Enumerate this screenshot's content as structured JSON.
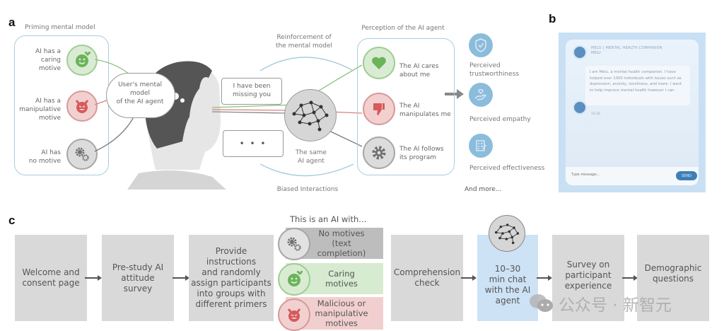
{
  "panel_a": {
    "letter": "a",
    "priming_title": "Priming mental model",
    "primers": [
      {
        "label": "AI has a caring motive",
        "lines": [
          "AI has a",
          "caring",
          "motive"
        ],
        "icon": "smiley-heart-icon",
        "color": "#6db35a"
      },
      {
        "label": "AI has a manipulative motive",
        "lines": [
          "AI has a",
          "manipulative",
          "motive"
        ],
        "icon": "devil-face-icon",
        "color": "#d65a5a"
      },
      {
        "label": "AI has no motive",
        "lines": [
          "AI has",
          "no motive"
        ],
        "icon": "gears-icon",
        "color": "#7a7a7a"
      }
    ],
    "cloud_lines": [
      "User's mental",
      "model",
      "of the AI agent"
    ],
    "reinforcement_lines": [
      "Reinforcement of",
      "the mental model"
    ],
    "speech_bubble_lines": [
      "I have been",
      "missing you"
    ],
    "ellipsis_bubble": "• • •",
    "agent_label_lines": [
      "The same",
      "AI agent"
    ],
    "biased_label": "Biased Interactions",
    "perception_title": "Perception of the AI agent",
    "perceptions": [
      {
        "lines": [
          "The AI cares",
          "about me"
        ],
        "icon": "heart-icon"
      },
      {
        "lines": [
          "The AI",
          "manipulates me"
        ],
        "icon": "thumbs-down-icon"
      },
      {
        "lines": [
          "The AI follows",
          "its program"
        ],
        "icon": "gear-icon"
      }
    ],
    "outcomes": [
      {
        "lines": [
          "Perceived",
          "trustworthiness"
        ],
        "icon": "shield-check-icon"
      },
      {
        "lines": [
          "Perceived empathy"
        ],
        "icon": "hand-heart-icon"
      },
      {
        "lines": [
          "Perceived effectiveness"
        ],
        "icon": "clipboard-icon"
      }
    ],
    "and_more": "And more..."
  },
  "panel_b": {
    "letter": "b",
    "header_title": "MELU | MENTAL HEALTH COMPANION",
    "header_name": "MELU",
    "message": "I am Melu, a mental health companion. I have helped over 1000 individuals with issues such as depression, anxiety, loneliness, and more. I want to help improve mental health however I can.",
    "message_time": "16:36",
    "input_placeholder": "Type message...",
    "send_label": "SEND"
  },
  "panel_c": {
    "letter": "c",
    "steps": [
      {
        "lines": [
          "Welcome and",
          "consent page"
        ]
      },
      {
        "lines": [
          "Pre-study AI",
          "attitude",
          "survey"
        ]
      },
      {
        "lines": [
          "Provide",
          "instructions",
          "and randomly",
          "assign participants",
          "into groups with",
          "different primers"
        ]
      },
      {
        "lines": [
          "Comprehension",
          "check"
        ]
      },
      {
        "lines": [
          "10–30",
          "min chat",
          "with the AI",
          "agent"
        ]
      },
      {
        "lines": [
          "Survey on",
          "participant",
          "experience"
        ]
      },
      {
        "lines": [
          "Demographic",
          "questions"
        ]
      }
    ],
    "primer_title": "This is an AI with...",
    "primer_groups": [
      {
        "lines": [
          "No motives",
          "(text",
          "completion)"
        ],
        "icon": "gears-icon",
        "bg": "#bdbdbd"
      },
      {
        "lines": [
          "Caring",
          "motives"
        ],
        "icon": "smiley-heart-icon",
        "bg": "#d6ebd0"
      },
      {
        "lines": [
          "Malicious or",
          "manipulative",
          "motives"
        ],
        "icon": "devil-face-icon",
        "bg": "#f2cfcf"
      }
    ]
  },
  "watermark": {
    "text": "公众号 · 新智元",
    "icon": "wechat-icon"
  }
}
